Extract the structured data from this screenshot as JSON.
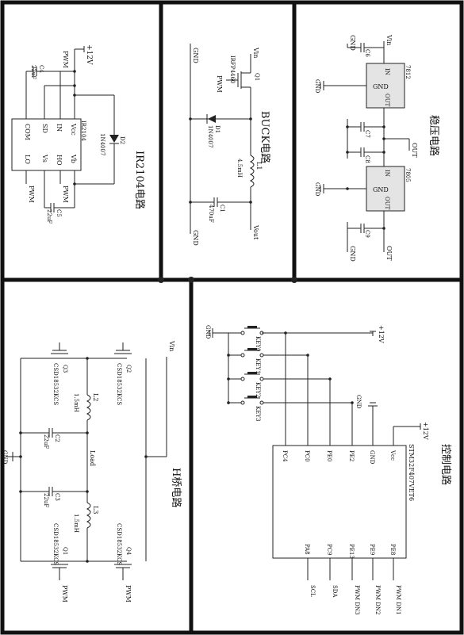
{
  "ir2104": {
    "title": "IR2104电路",
    "chip_name": "IR2104",
    "pins": {
      "com": "COM",
      "sd": "SD",
      "in": "IN",
      "vcc": "Vcc",
      "lo": "LO",
      "vs": "Vs",
      "ho": "HO",
      "vb": "Vb"
    },
    "supply": "+12V",
    "pwm_top": "PWM",
    "pwm_bottom_left": "PWM",
    "pwm_bottom_right": "PWM",
    "c4_ref": "C4",
    "c4_val": "22uF",
    "c5_ref": "C5",
    "c5_val": "22uF",
    "d2_ref": "D2",
    "d2_part": "1N4007"
  },
  "buck": {
    "title": "BUCK电路",
    "vin": "Vin",
    "gnd_top": "GND",
    "gnd_bottom": "GND",
    "q1_ref": "Q1",
    "q1_part": "IRFP4460",
    "pwm": "PWM",
    "d1_ref": "D1",
    "d1_part": "1N4007",
    "l1_ref": "L1",
    "l1_val": "4.5mH",
    "c1_ref": "C1",
    "c1_val": "470uF",
    "vout": "Vout"
  },
  "regulator": {
    "title": "稳压电路",
    "vin": "Vin",
    "gnd_top": "GND",
    "c6": "C6",
    "u1_name": "7812",
    "in_label": "IN",
    "gnd_label": "GND",
    "out_label": "OUT",
    "gnd_left1": "GND",
    "c7": "C7",
    "c8": "C8",
    "out_net": "OUT",
    "u2_name": "7805",
    "in_label2": "IN",
    "gnd_label2": "GND",
    "out_label2": "OUT",
    "gnd_left2": "GND",
    "c9": "C9",
    "gnd_bottom": "GND",
    "out_bottom": "OUT"
  },
  "hbridge": {
    "title": "H桥电路",
    "vin": "Vin",
    "gnd": "GND",
    "q3_ref": "Q3",
    "q3_part": "CSD18532KCS",
    "q2_ref": "Q2",
    "q2_part": "CSD18532KCS",
    "q1_ref": "Q1",
    "q1_part": "CSD18532KCS",
    "q4_ref": "Q4",
    "q4_part": "CSD18532KCS",
    "l2_ref": "L2",
    "l2_val": "1.5mH",
    "l3_ref": "L3",
    "l3_val": "1.5mH",
    "c2_ref": "C2",
    "c2_val": "22uF",
    "c3_ref": "C3",
    "c3_val": "22uF",
    "load": "Load",
    "pwm_left": "PWM",
    "pwm_right": "PWM"
  },
  "control": {
    "title": "控制电路",
    "gnd": "GND",
    "supply_top": "+12V",
    "keys": [
      "KEY0",
      "KEY1",
      "KEY2",
      "KEY3"
    ],
    "gnd_mid": "GND",
    "supply_right": "+12V",
    "mcu_name": "STM32F407VET6",
    "pins_top": [
      "PC4",
      "PC0",
      "PE0",
      "PE2",
      "GND",
      "Vcc"
    ],
    "pins_bottom": [
      "PA8",
      "PC9",
      "PE13",
      "PE9",
      "PE8"
    ],
    "nets_bottom": [
      "SCL",
      "SDA",
      "PWM DN3",
      "PWM DN2",
      "PWM DN1"
    ]
  }
}
